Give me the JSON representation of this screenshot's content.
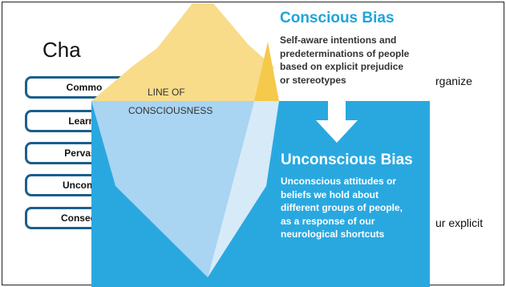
{
  "slide": {
    "title_partial": "Cha",
    "pills": [
      {
        "label": "Commo"
      },
      {
        "label": "Learne"
      },
      {
        "label": "Pervasiv"
      },
      {
        "label": "Unconsci"
      },
      {
        "label": "Conseque"
      }
    ],
    "right_text_1": "rganize",
    "right_text_2": "ur explicit"
  },
  "iceberg": {
    "line_label_1": "LINE OF",
    "line_label_2": "CONSCIOUSNESS",
    "conscious": {
      "title": "Conscious Bias",
      "desc": "Self-aware intentions and\npredeterminations of people\nbased on explicit prejudice\nor stereotypes"
    },
    "unconscious": {
      "title": "Unconscious Bias",
      "desc": "Unconscious attitudes or\nbeliefs we hold about\ndifferent groups of people,\nas a response of our\nneurological shortcuts"
    },
    "colors": {
      "water": "#29a8e0",
      "ice_top": "#f9dc8a",
      "ice_top_right": "#f5c94a",
      "ice_under": "#a9d4f2",
      "ice_under_right": "#d7eaf8"
    },
    "arrow_icon": "down-arrow-icon"
  }
}
